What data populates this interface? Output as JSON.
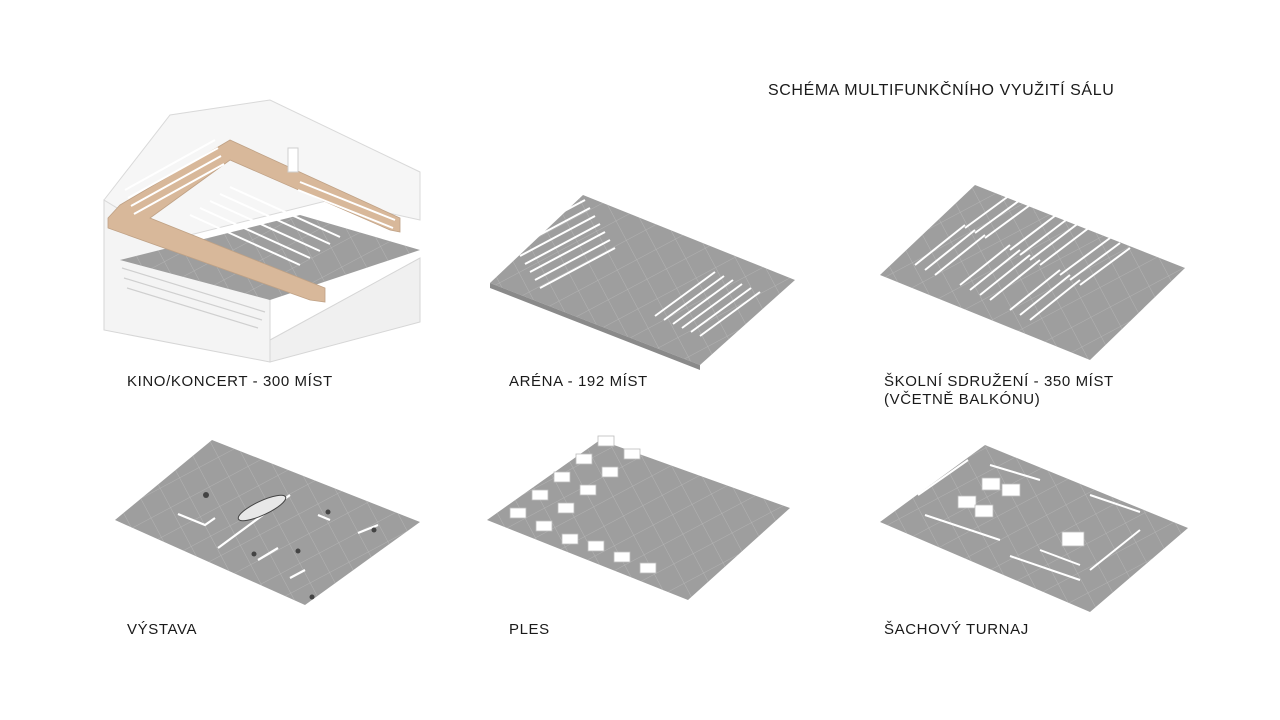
{
  "title": "SCHÉMA MULTIFUNKČNÍHO VYUŽITÍ SÁLU",
  "colors": {
    "floor": "#9e9e9e",
    "floor_edge": "#8a8a8a",
    "grid": "#b6b6b6",
    "wood": "#d8b89a",
    "wall": "#f2f2f2",
    "furniture": "#ffffff"
  },
  "layouts": [
    {
      "id": "kino",
      "icon": "cinema-concert-layout-icon",
      "caption": [
        "KINO/KONCERT - 300 MÍST"
      ]
    },
    {
      "id": "arena",
      "icon": "arena-layout-icon",
      "caption": [
        "ARÉNA - 192 MÍST"
      ]
    },
    {
      "id": "skolni",
      "icon": "school-assembly-layout-icon",
      "caption": [
        "ŠKOLNÍ SDRUŽENÍ - 350 MÍST",
        "(VČETNĚ BALKÓNU)"
      ]
    },
    {
      "id": "vystava",
      "icon": "exhibition-layout-icon",
      "caption": [
        "VÝSTAVA"
      ]
    },
    {
      "id": "ples",
      "icon": "ball-layout-icon",
      "caption": [
        "PLES"
      ]
    },
    {
      "id": "sach",
      "icon": "chess-tournament-layout-icon",
      "caption": [
        "ŠACHOVÝ TURNAJ"
      ]
    }
  ]
}
